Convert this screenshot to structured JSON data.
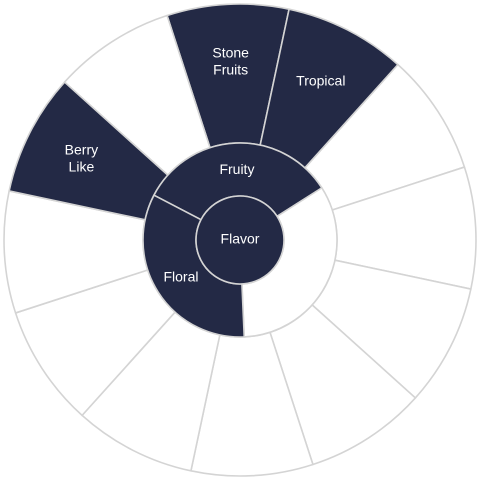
{
  "wheel": {
    "colors": {
      "selected": "#232945",
      "unselected": "#ffffff",
      "border": "#d4d4d4"
    },
    "center": {
      "label": "Flavor"
    },
    "inner_ring": [
      {
        "label": "Fruity",
        "selected": true
      },
      {
        "label": "",
        "selected": false
      },
      {
        "label": "Floral",
        "selected": true
      }
    ],
    "outer_ring": [
      {
        "label": "Stone Fruits",
        "selected": true
      },
      {
        "label": "Tropical",
        "selected": true
      },
      {
        "label": "",
        "selected": false
      },
      {
        "label": "",
        "selected": false
      },
      {
        "label": "",
        "selected": false
      },
      {
        "label": "",
        "selected": false
      },
      {
        "label": "",
        "selected": false
      },
      {
        "label": "",
        "selected": false
      },
      {
        "label": "",
        "selected": false
      },
      {
        "label": "",
        "selected": false
      },
      {
        "label": "Berry Like",
        "selected": true
      },
      {
        "label": "",
        "selected": false
      }
    ]
  }
}
